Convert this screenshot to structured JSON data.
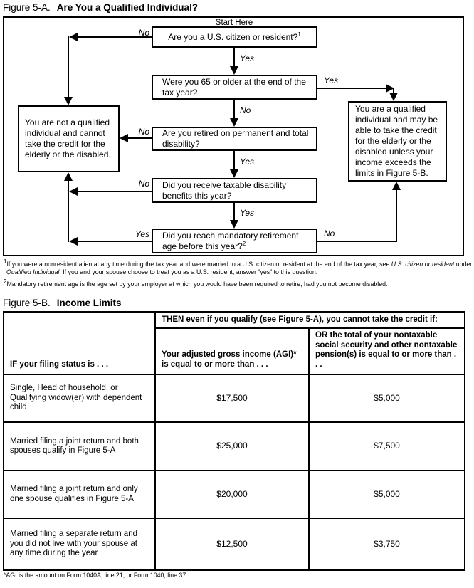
{
  "figure_a": {
    "label": "Figure 5-A.",
    "title": "Are You a Qualified Individual?",
    "start_here": "Start Here",
    "yes": "Yes",
    "no": "No",
    "q_citizen": "Are you a U.S. citizen or resident?",
    "q_citizen_sup": "1",
    "q_age": "Were you 65 or older at the end of the tax year?",
    "q_disability": "Are you retired on permanent and total disability?",
    "q_benefits": "Did you receive taxable disability benefits this year?",
    "q_retirement": "Did you reach mandatory retirement age before this year?",
    "q_retirement_sup": "2",
    "result_not_qualified": "You are not a qualified individual and cannot take the credit for the elderly or the disabled.",
    "result_qualified": "You are a qualified individual and may be able to take the credit for the elderly or the disabled unless your income exceeds the limits in Figure 5-B."
  },
  "footnotes": {
    "fn1_sup": "1",
    "fn1_part1": "If you were a nonresident alien at any time during the tax year and were married to a U.S. citizen or resident at the end of the tax year, see ",
    "fn1_italic1": "U.S. citizen or resident",
    "fn1_part2": " under ",
    "fn1_italic2": "Qualified Individual",
    "fn1_part3": ". If you and your spouse choose to treat you as a U.S. resident, answer “yes” to this question.",
    "fn2_sup": "2",
    "fn2_text": "Mandatory retirement age is the age set by your employer at which you would have been required to retire, had you not become disabled."
  },
  "figure_b": {
    "label": "Figure 5-B.",
    "title": "Income Limits",
    "table": {
      "then_keyword": "THEN",
      "then_rest": " even if you qualify (see Figure 5-A), you cannot take the credit if:",
      "col1_keyword": "IF",
      "col1_rest": " your filing status is . . .",
      "col2_header": "Your adjusted gross income (AGI)* is equal to or more than . . .",
      "col3_keyword": "OR",
      "col3_rest": " the total of your nontaxable social security and other nontaxable pension(s) is equal to or more than . . .",
      "rows": [
        {
          "status": "Single, Head of household, or Qualifying widow(er) with dependent child",
          "agi": "$17,500",
          "nontaxable": "$5,000"
        },
        {
          "status": "Married filing a joint return and both spouses qualify in Figure 5-A",
          "agi": "$25,000",
          "nontaxable": "$7,500"
        },
        {
          "status": "Married filing a joint return and only one spouse qualifies in Figure 5-A",
          "agi": "$20,000",
          "nontaxable": "$5,000"
        },
        {
          "status": "Married filing a separate return and you did not live with your spouse at any time during the year",
          "agi": "$12,500",
          "nontaxable": "$3,750"
        }
      ]
    },
    "footnote": "*AGI is the amount on Form 1040A, line 21, or Form 1040, line 37"
  }
}
